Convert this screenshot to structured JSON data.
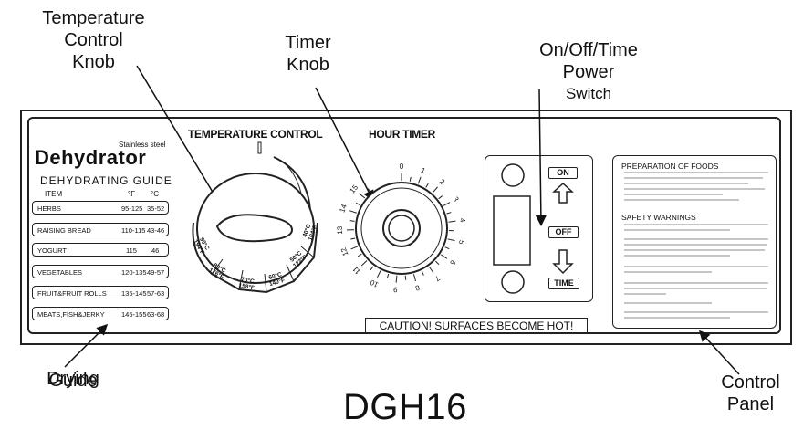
{
  "callouts": {
    "temperature_knob": [
      "Temperature",
      "Control",
      "Knob"
    ],
    "timer_knob": [
      "Timer",
      "Knob"
    ],
    "power_switch": [
      "On/Off/Time",
      "Power",
      "Switch"
    ],
    "drying_guide": [
      "Drying",
      "Guide"
    ],
    "control_panel": [
      "Control",
      "Panel"
    ]
  },
  "model": "DGH16",
  "panel": {
    "brand": "Dehydrator",
    "brand_sub": "Stainless steel",
    "guide_title": "DEHYDRATING GUIDE",
    "guide_columns": [
      "ITEM",
      "°F",
      "°C"
    ],
    "guide_rows": [
      {
        "item": "HERBS",
        "f": "95-125",
        "c": "35-52"
      },
      {
        "item": "RAISING BREAD",
        "f": "110-115",
        "c": "43-46"
      },
      {
        "item": "YOGURT",
        "f": "115",
        "c": "46"
      },
      {
        "item": "VEGETABLES",
        "f": "120-135",
        "f2": "",
        "c": "49-57"
      },
      {
        "item": "FRUIT&FRUIT ROLLS",
        "f": "135-145",
        "c": "57-63"
      },
      {
        "item": "MEATS,FISH&JERKY",
        "f": "145-155",
        "c": "63-68"
      }
    ],
    "temperature_title": "TEMPERATURE CONTROL",
    "temperature_marks": [
      {
        "c": "40°C",
        "f": "104°F"
      },
      {
        "c": "50°C",
        "f": "122°F"
      },
      {
        "c": "60°C",
        "f": "140°F"
      },
      {
        "c": "70°C",
        "f": "158°F"
      },
      {
        "c": "80°C",
        "f": "176°F"
      },
      {
        "c": "90°C",
        "f": "194°F"
      }
    ],
    "timer_title": "HOUR TIMER",
    "timer_numbers": [
      "0",
      "1",
      "2",
      "3",
      "4",
      "5",
      "6",
      "7",
      "8",
      "9",
      "10",
      "11",
      "12",
      "13",
      "14",
      "15"
    ],
    "switch": {
      "on": "ON",
      "off": "OFF",
      "time": "TIME"
    },
    "preparation_title": "PREPARATION OF FOODS",
    "safety_title": "SAFETY WARNINGS",
    "caution": "CAUTION! SURFACES BECOME HOT!"
  }
}
